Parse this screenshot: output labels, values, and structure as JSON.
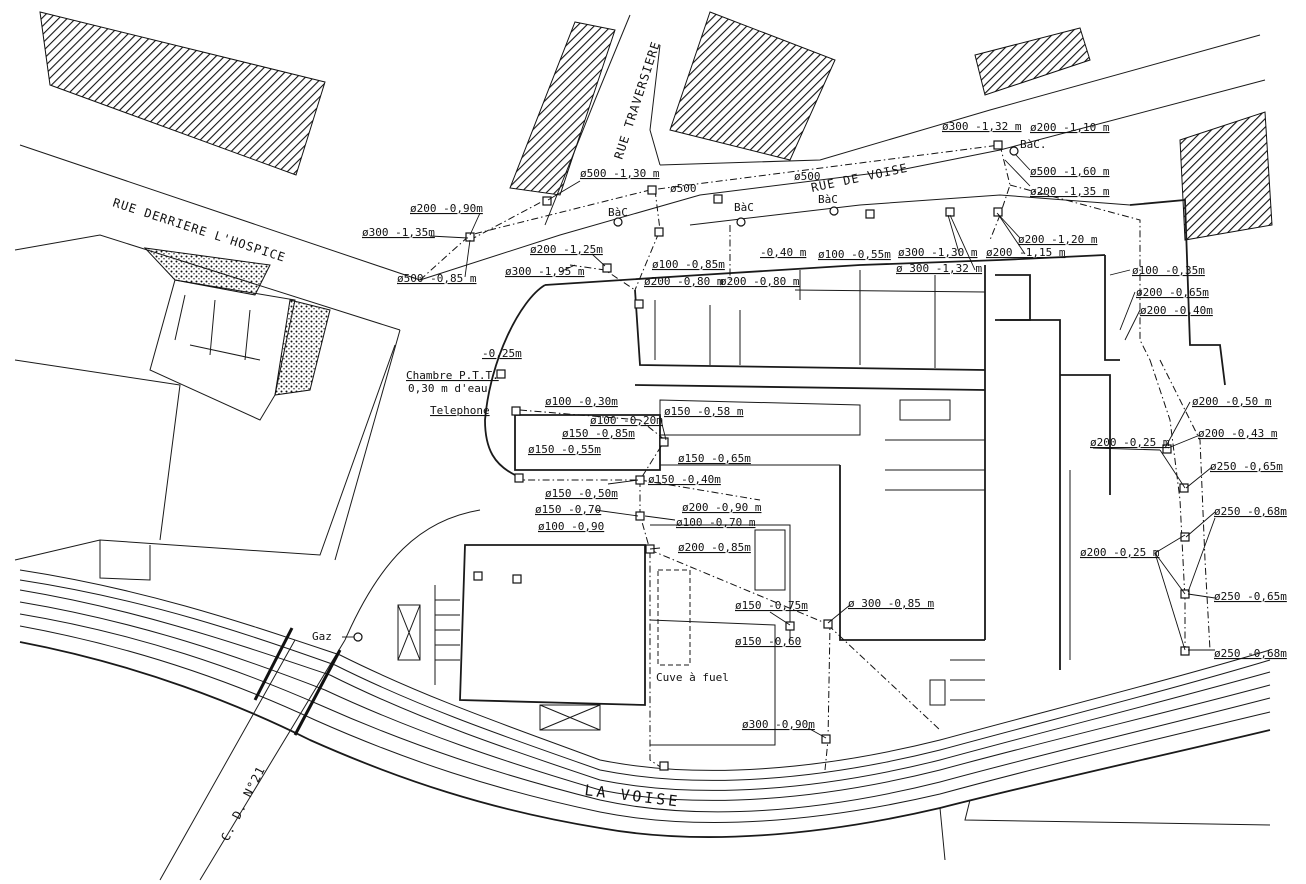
{
  "streets": {
    "rue_derriere_hospice": "RUE  DERRIERE  L'HOSPICE",
    "rue_traversiere": "RUE  TRAVERSIERE",
    "rue_de_voise": "RUE  DE  VOISE",
    "cd21": "C. D.  N°21",
    "la_voise": "LA  VOISE"
  },
  "places": {
    "chambre_ptt_1": "Chambre P.T.T.",
    "chambre_ptt_2": "0,30 m d'eau",
    "telephone": "Telephone",
    "gaz": "Gaz",
    "cuve": "Cuve à fuel",
    "bac1": "BàC",
    "bac2": "BàC",
    "bac3": "BàC",
    "bac4": "BàC.",
    "depth_025": "-0,25m"
  },
  "pipes": {
    "p01": "ø200 -0,90m",
    "p02": "ø300 -1,35m",
    "p03": "ø500 -0,85 m",
    "p04": "ø500 -1,30 m",
    "p05": "ø500",
    "p06": "ø500",
    "p07": "ø200 -1,25m",
    "p08": "ø300 -1,95 m",
    "p09": "ø100 -0,85m",
    "p10": "ø200 -0,80 m",
    "p11": "ø200 -0,80 m",
    "p12": "-0,40 m",
    "p13": "ø100 -0,55m",
    "p14": "ø300 -1,30 m",
    "p15": "ø 300 -1,32 m",
    "p16": "ø200 -1,15 m",
    "p17": "ø300 -1,32 m",
    "p18": "ø200 -1,10 m",
    "p19": "ø500 -1,60 m",
    "p20": "ø200 -1,35 m",
    "p21": "ø200 -1,20 m",
    "p22": "ø100 -0,35m",
    "p23": "ø200 -0,65m",
    "p24": "ø200 -0,40m",
    "p25": "ø200 -0,50 m",
    "p26": "ø200 -0,25 m",
    "p27": "ø200 -0,43 m",
    "p28": "ø250 -0,65m",
    "p29": "ø250 -0,68m",
    "p30": "ø200 -0,25 m",
    "p31": "ø250 -0,65m",
    "p32": "ø250 -0,68m",
    "p33": "ø100 -0,30m",
    "p34": "ø100 -0,20m",
    "p35": "ø150 -0,85m",
    "p36": "ø150 -0,55m",
    "p37": "ø150 -0,58 m",
    "p38": "ø150 -0,65m",
    "p39": "ø150 -0,40m",
    "p40": "ø150 -0,50m",
    "p41": "ø150 -0,70",
    "p42": "ø100 -0,90",
    "p43": "ø200 -0,90 m",
    "p44": "ø100 -0,70 m",
    "p45": "ø200 -0,85m",
    "p46": "ø150 -0,75m",
    "p47": "ø 300 -0,85 m",
    "p48": "ø150 -0,60",
    "p49": "ø300 -0,90m"
  }
}
